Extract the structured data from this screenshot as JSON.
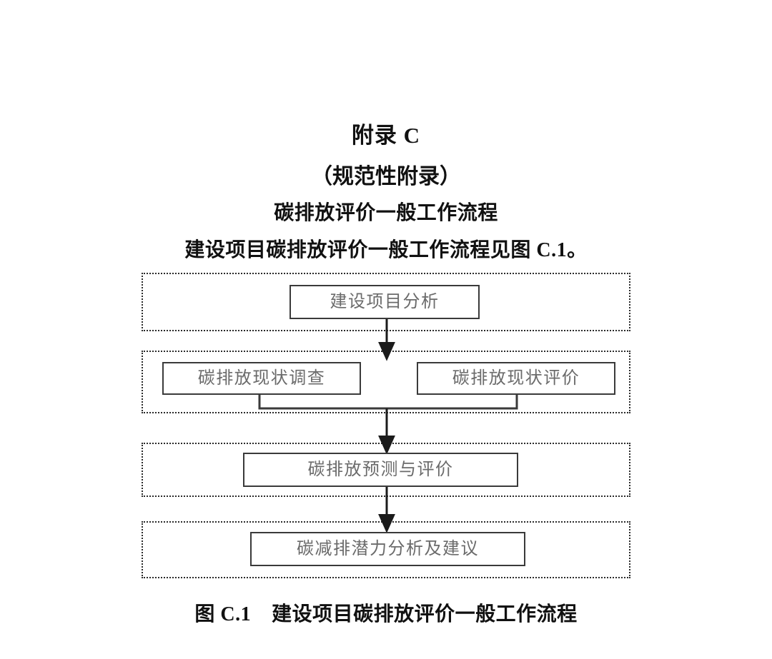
{
  "document": {
    "appendix_title": "附录 C",
    "normative_label": "（规范性附录）",
    "subject_title": "碳排放评价一般工作流程",
    "intro_text": "建设项目碳排放评价一般工作流程见图 C.1。",
    "figure_caption_number": "图 C.1",
    "figure_caption_text": "建设项目碳排放评价一般工作流程"
  },
  "flowchart": {
    "type": "flow-diagram",
    "orientation": "top-to-bottom",
    "group_border_style": "dotted",
    "node_border_color": "#3a3a3a",
    "node_text_color": "#6b6b6b",
    "stages": [
      {
        "index": 1,
        "nodes": [
          {
            "id": "analysis",
            "label": "建设项目分析"
          }
        ]
      },
      {
        "index": 2,
        "nodes": [
          {
            "id": "survey",
            "label": "碳排放现状调查"
          },
          {
            "id": "status-eval",
            "label": "碳排放现状评价"
          }
        ]
      },
      {
        "index": 3,
        "nodes": [
          {
            "id": "forecast",
            "label": "碳排放预测与评价"
          }
        ]
      },
      {
        "index": 4,
        "nodes": [
          {
            "id": "reduction",
            "label": "碳减排潜力分析及建议"
          }
        ]
      }
    ],
    "edges": [
      {
        "from": "analysis",
        "to": "stage-2",
        "style": "arrow-down"
      },
      {
        "from": "survey",
        "to": "merge",
        "style": "elbow"
      },
      {
        "from": "status-eval",
        "to": "merge",
        "style": "elbow"
      },
      {
        "from": "merge",
        "to": "forecast",
        "style": "arrow-down"
      },
      {
        "from": "forecast",
        "to": "reduction",
        "style": "arrow-down"
      }
    ]
  }
}
